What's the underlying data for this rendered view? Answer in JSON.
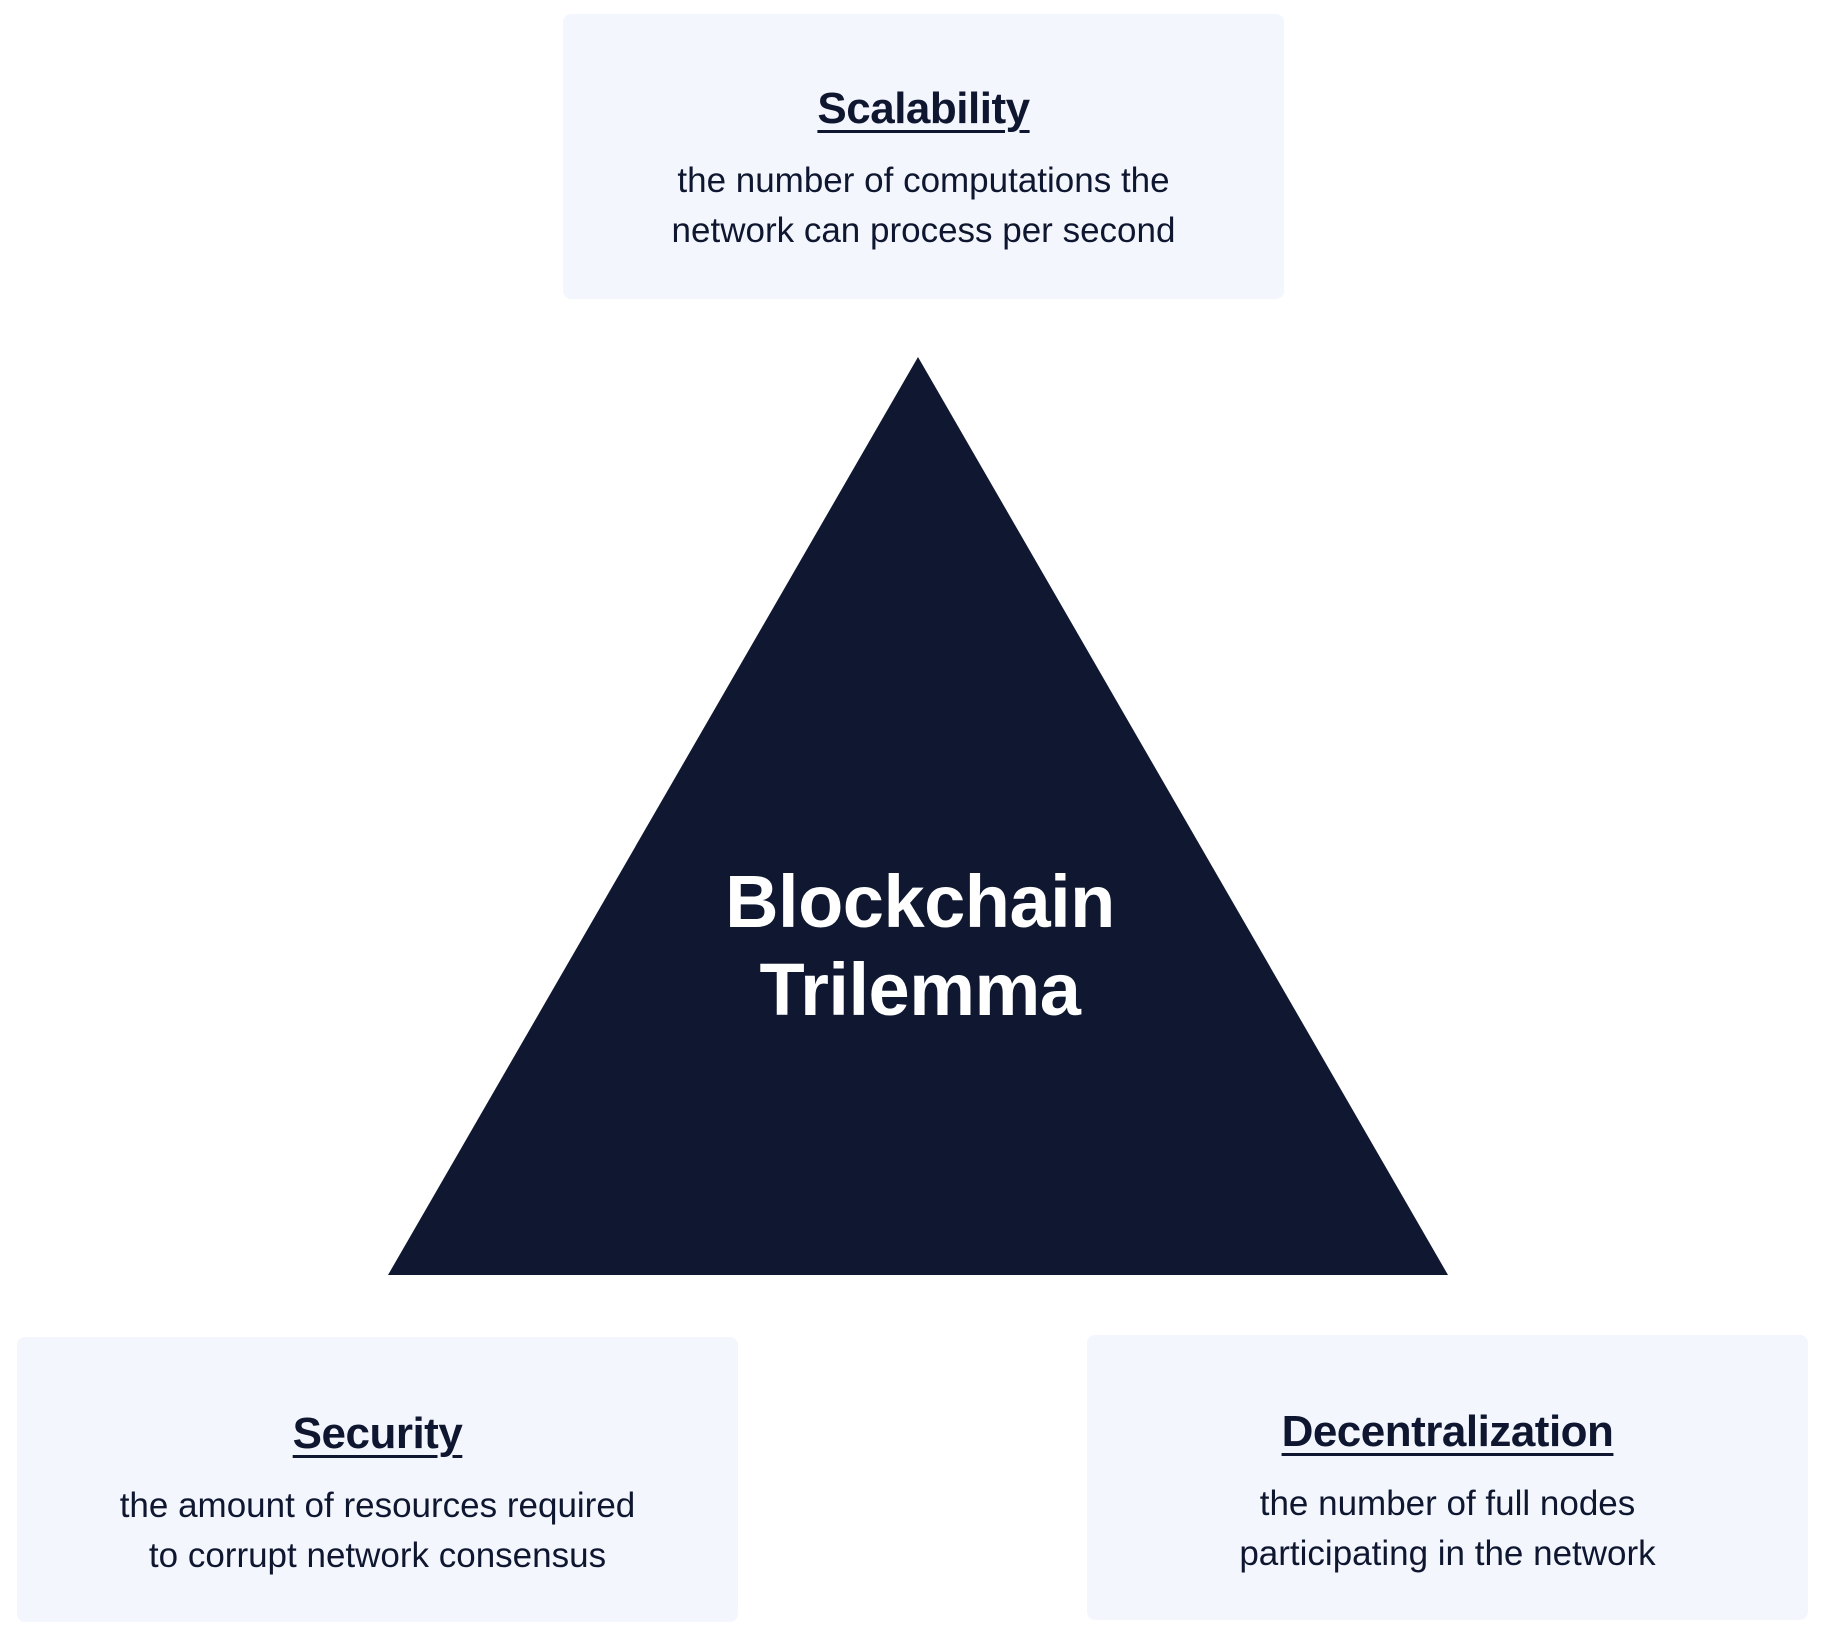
{
  "diagram": {
    "center": {
      "line1": "Blockchain",
      "line2": "Trilemma"
    },
    "nodes": {
      "top": {
        "title": "Scalability",
        "desc_line1": "the number of computations the",
        "desc_line2": "network can process per second"
      },
      "bottom_left": {
        "title": "Security",
        "desc_line1": "the amount of resources required",
        "desc_line2": "to corrupt network consensus"
      },
      "bottom_right": {
        "title": "Decentralization",
        "desc_line1": "the number of full nodes",
        "desc_line2": "participating in the network"
      }
    },
    "colors": {
      "triangle": "#0f1830",
      "card_background": "#f3f6fd",
      "text": "#0f1730",
      "center_text": "#ffffff"
    }
  }
}
